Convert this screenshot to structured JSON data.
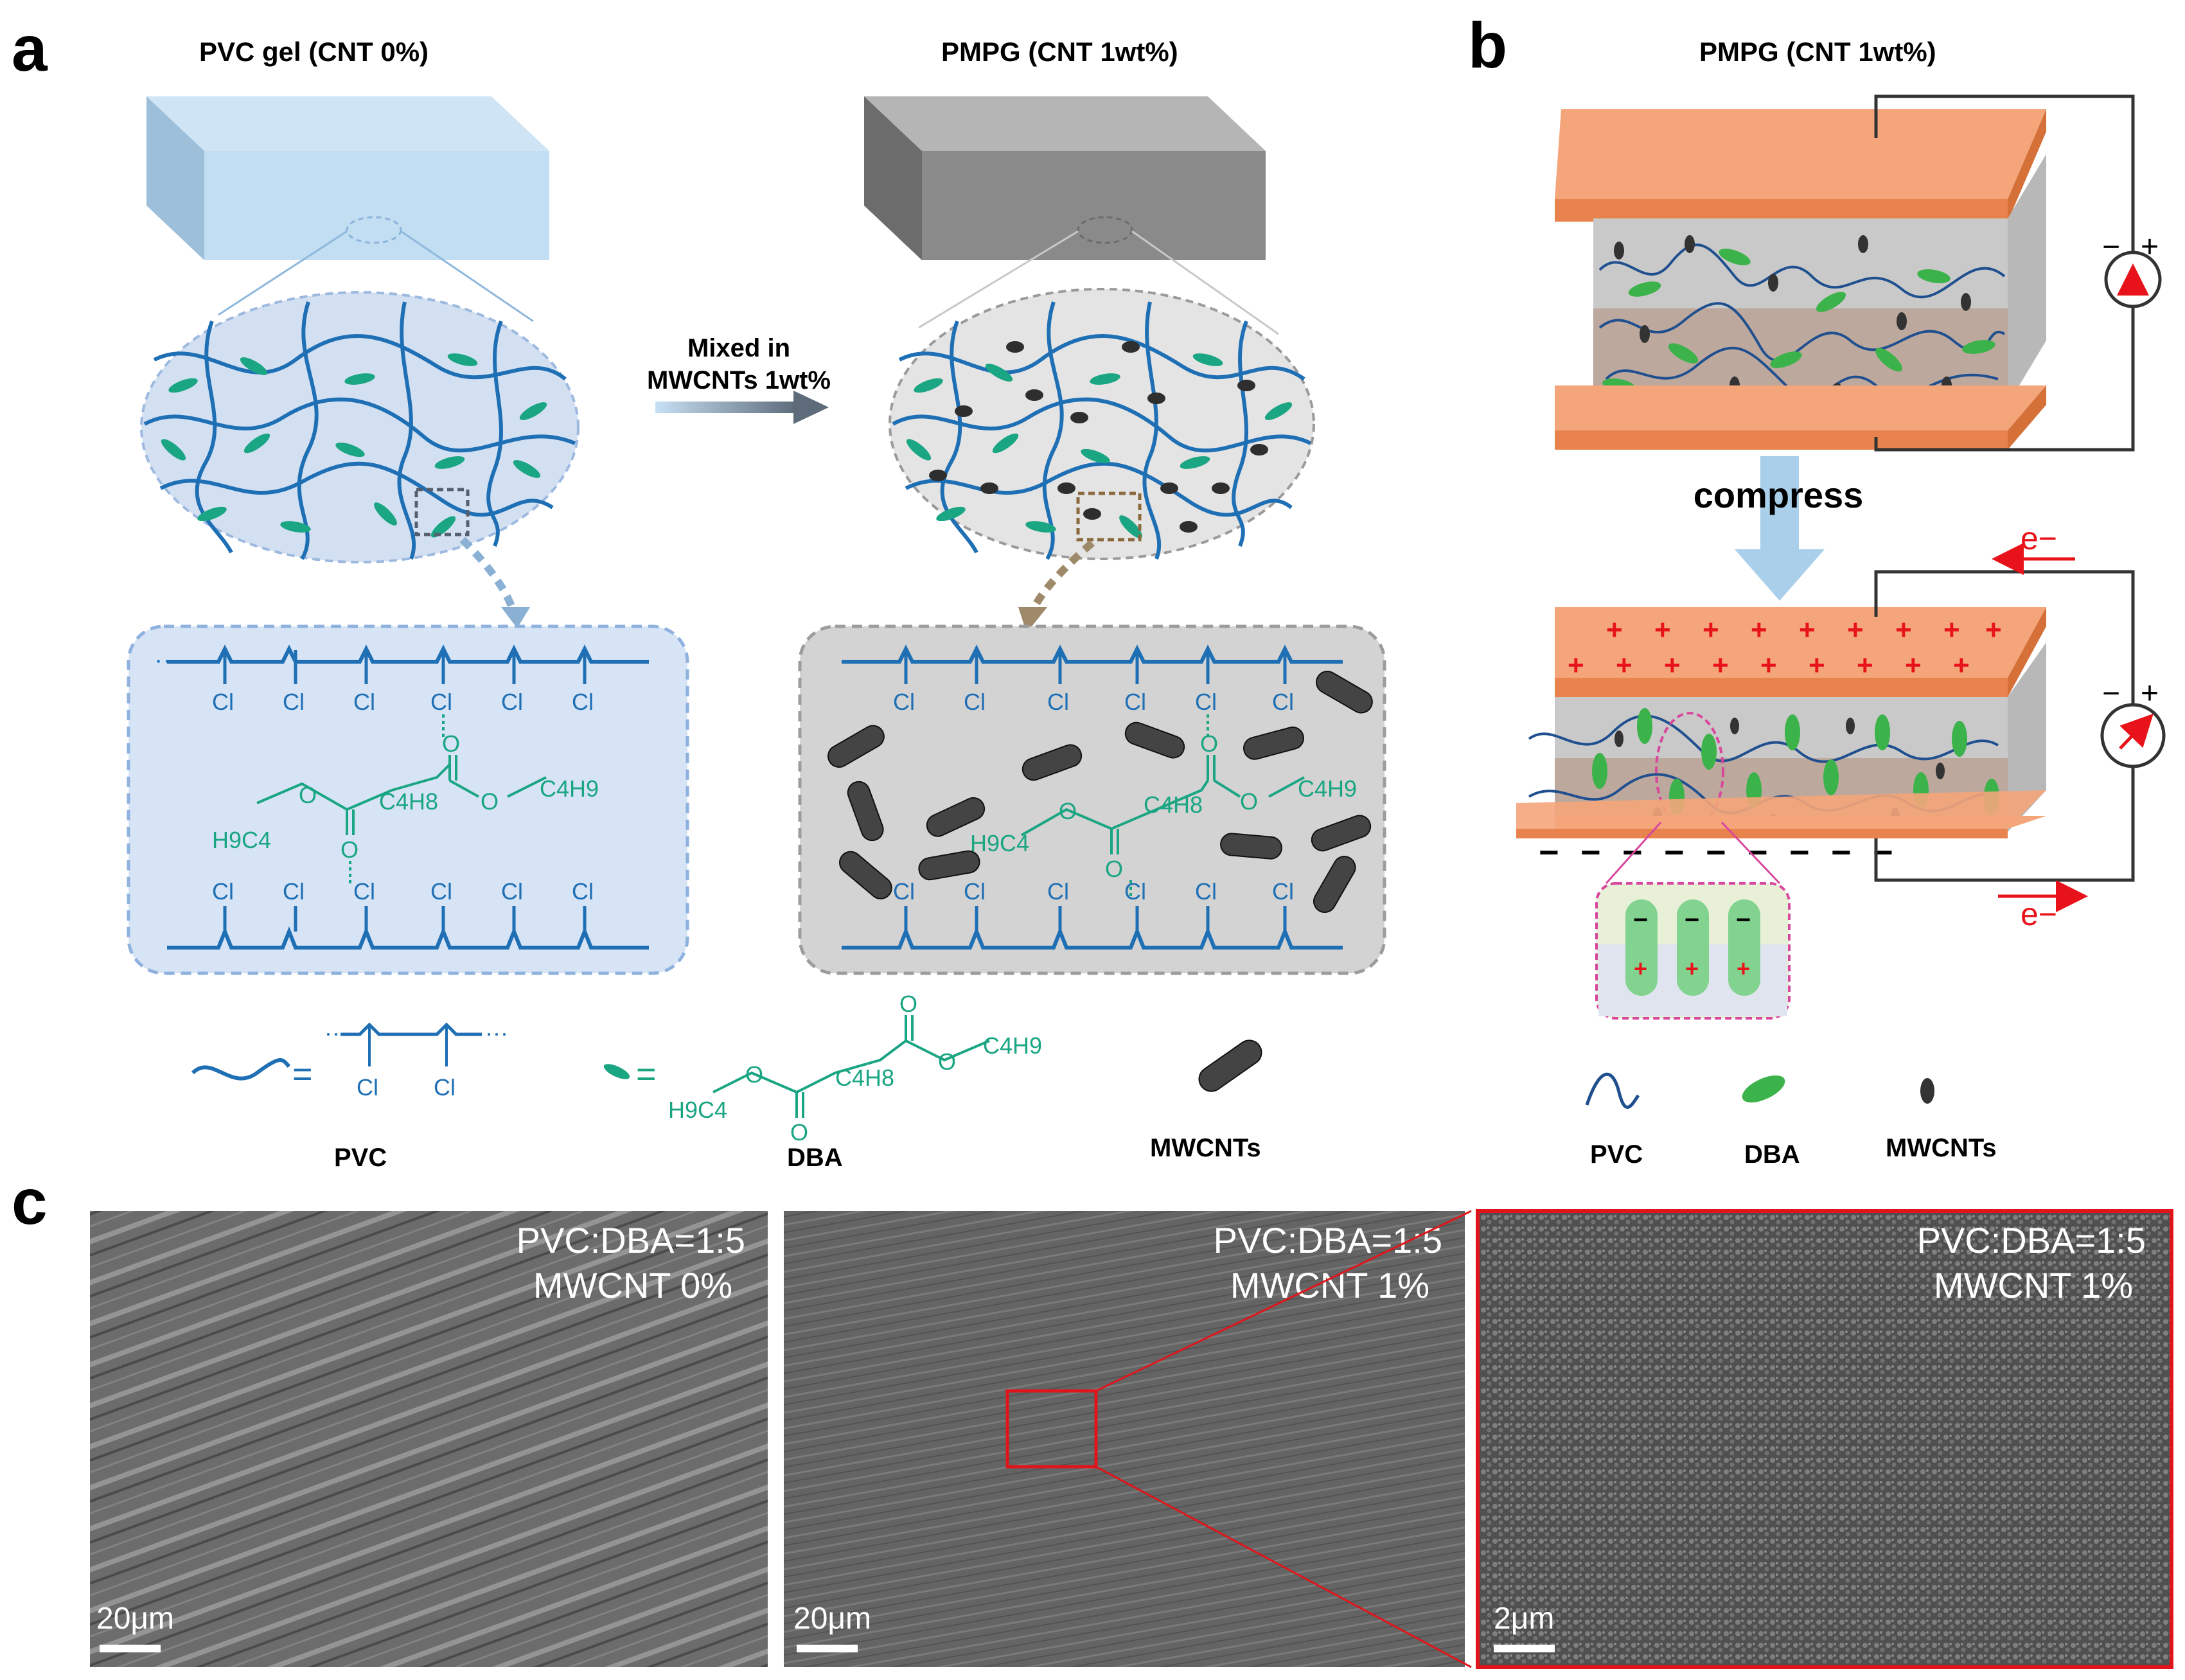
{
  "panel_a": {
    "label": "a",
    "left_title": "PVC gel (CNT 0%)",
    "right_title": "PMPG (CNT 1wt%)",
    "arrow_label_line1": "Mixed in",
    "arrow_label_line2": "MWCNTs 1wt%",
    "chem": {
      "cl": "Cl",
      "o": "O",
      "c4h9": "C4H9",
      "c4h8": "C4H8",
      "h9c4": "H9C4",
      "dots": "···"
    },
    "legend": {
      "pvc": "PVC",
      "dba": "DBA",
      "mwcnts": "MWCNTs",
      "equals": "="
    },
    "colors": {
      "pvc_blue": "#1f6fb5",
      "dba_green": "#1aa583",
      "cnt_dark": "#333333",
      "box_blue_fill": "#d6e4f5",
      "box_blue_border": "#8fb1de",
      "box_gray_fill": "#d3d3d3",
      "box_gray_border": "#9c9c9c"
    }
  },
  "panel_b": {
    "label": "b",
    "title": "PMPG (CNT 1wt%)",
    "compress_label": "compress",
    "electron_label": "e−",
    "plus": "+",
    "minus": "−",
    "legend": {
      "pvc": "PVC",
      "dba": "DBA",
      "mwcnts": "MWCNTs"
    },
    "colors": {
      "plate": "#f4a57a",
      "plate_side": "#e8834e",
      "red": "#e8131a",
      "dba_green": "#3bb34a",
      "arrow_blue": "#a9cfea"
    }
  },
  "panel_c": {
    "label": "c",
    "images": [
      {
        "line1": "PVC:DBA=1:5",
        "line2": "MWCNT 0%",
        "scale": "20μm"
      },
      {
        "line1": "PVC:DBA=1:5",
        "line2": "MWCNT 1%",
        "scale": "20μm"
      },
      {
        "line1": "PVC:DBA=1:5",
        "line2": "MWCNT 1%",
        "scale": "2μm"
      }
    ],
    "colors": {
      "zoom_box": "#e0151b"
    }
  }
}
